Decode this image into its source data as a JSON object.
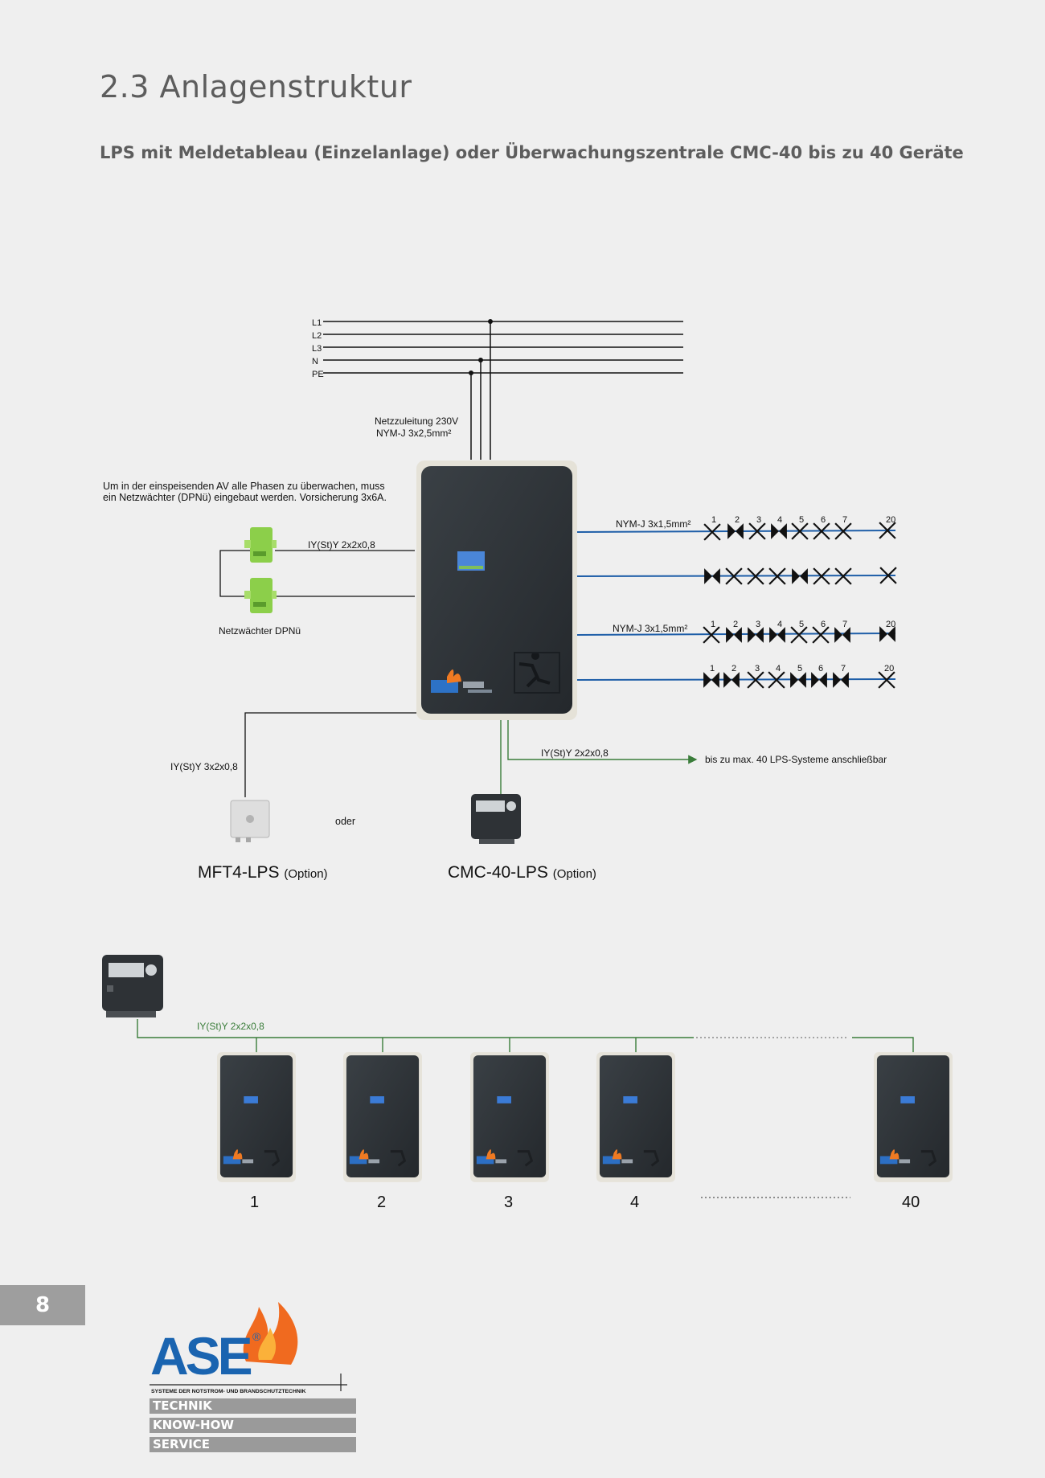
{
  "page": {
    "heading": "2.3 Anlagenstruktur",
    "subheading": "LPS mit Meldetableau (Einzelanlage) oder Überwachungszentrale CMC-40 bis zu 40 Geräte",
    "page_number": "8"
  },
  "colors": {
    "blue_line": "#1e5ea8",
    "green_line": "#3a7d3a",
    "device_dark": "#2d3237",
    "netzwaechter_green": "#8ccf4a",
    "badge_grey": "#9a9a9a",
    "ase_blue": "#1a64b0",
    "flame_orange": "#f06a1f"
  },
  "diagram": {
    "bus_labels": [
      "L1",
      "L2",
      "L3",
      "N",
      "PE"
    ],
    "supply_label": "Netzzuleitung 230V",
    "supply_cable": "NYM-J  3x2,5mm²",
    "note_line1": "Um in der einspeisenden AV alle Phasen zu überwachen, muss",
    "note_line2": "ein Netzwächter (DPNü) eingebaut werden. Vorsicherung 3x6A.",
    "dpnu_cable": "IY(St)Y 2x2x0,8",
    "dpnu_label": "Netzwächter DPNü",
    "mft_cable": "IY(St)Y 3x2x0,8",
    "or_label": "oder",
    "cmc_cable": "IY(St)Y 2x2x0,8",
    "bis_label": "bis zu max. 40 LPS-Systeme anschließbar",
    "mft_name": "MFT4-LPS",
    "cmc_name": "CMC-40-LPS",
    "option_text": "(Option)",
    "circuit_cable": "NYM-J  3x1,5mm²",
    "lamp_numbers": [
      "1",
      "2",
      "3",
      "4",
      "5",
      "6",
      "7",
      "20"
    ],
    "bottom_cable": "IY(St)Y 2x2x0,8",
    "unit_numbers": [
      "1",
      "2",
      "3",
      "4",
      "40"
    ]
  },
  "logo": {
    "brand": "ASE",
    "tagline": "SYSTEME DER NOTSTROM- UND BRANDSCHUTZTECHNIK",
    "badges": [
      "TECHNIK",
      "KNOW-HOW",
      "SERVICE"
    ]
  }
}
